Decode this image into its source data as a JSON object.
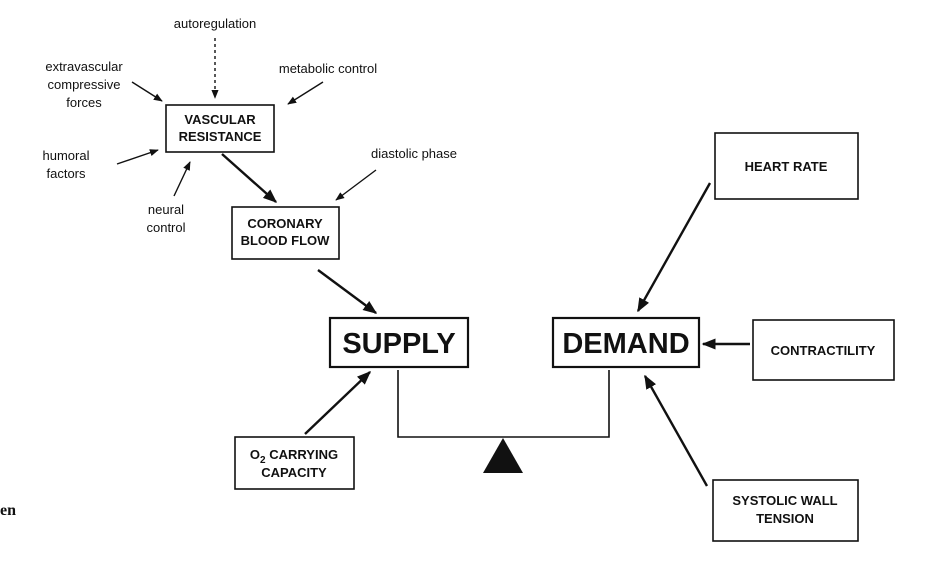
{
  "labels": {
    "autoregulation": "autoregulation",
    "extravascular": [
      "extravascular",
      "compressive",
      "forces"
    ],
    "metabolic": "metabolic control",
    "humoral": [
      "humoral",
      "factors"
    ],
    "neural": [
      "neural",
      "control"
    ],
    "diastolic": "diastolic  phase"
  },
  "boxes": {
    "vascular_resistance": [
      "VASCULAR",
      "RESISTANCE"
    ],
    "coronary_blood_flow": [
      "CORONARY",
      "BLOOD FLOW"
    ],
    "supply": "SUPPLY",
    "demand": "DEMAND",
    "heart_rate": "HEART RATE",
    "contractility": "CONTRACTILITY",
    "systolic_wall_tension": [
      "SYSTOLIC WALL",
      "TENSION"
    ],
    "o2_carrying_capacity": {
      "o": "O",
      "sub": "2",
      "rest": " CARRYING",
      "line2": "CAPACITY"
    }
  },
  "fragment": "en"
}
